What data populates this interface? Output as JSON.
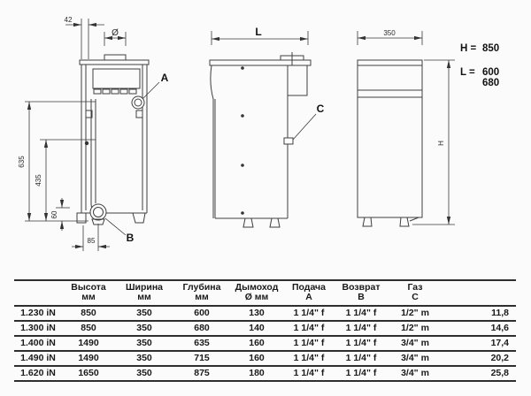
{
  "diagram": {
    "left": {
      "d42": "42",
      "dia": "Ø",
      "d635": "635",
      "d435": "435",
      "d60": "60",
      "d85": "85",
      "a": "A",
      "b": "B"
    },
    "front": {
      "l": "L",
      "c": "C"
    },
    "side": {
      "d350": "350",
      "h": "H"
    },
    "legend": {
      "h_label": "H =",
      "h_value": "850",
      "l_label": "L =",
      "l_value_top": "600",
      "l_value_bottom": "680"
    }
  },
  "table": {
    "headers": [
      {
        "line1": "",
        "line2": ""
      },
      {
        "line1": "Высота",
        "line2": "мм"
      },
      {
        "line1": "Ширина",
        "line2": "мм"
      },
      {
        "line1": "Глубина",
        "line2": "мм"
      },
      {
        "line1": "Дымоход",
        "line2": "Ø мм"
      },
      {
        "line1": "Подача",
        "line2": "A"
      },
      {
        "line1": "Возврат",
        "line2": "B"
      },
      {
        "line1": "Газ",
        "line2": "C"
      },
      {
        "line1": "",
        "line2": ""
      }
    ],
    "rows": [
      [
        "1.230 iN",
        "850",
        "350",
        "600",
        "130",
        "1 1/4\" f",
        "1 1/4\" f",
        "1/2\" m",
        "11,8"
      ],
      [
        "1.300 iN",
        "850",
        "350",
        "680",
        "140",
        "1 1/4\" f",
        "1 1/4\" f",
        "1/2\" m",
        "14,6"
      ],
      [
        "1.400 iN",
        "1490",
        "350",
        "635",
        "160",
        "1 1/4\" f",
        "1 1/4\" f",
        "3/4\" m",
        "17,4"
      ],
      [
        "1.490 iN",
        "1490",
        "350",
        "715",
        "160",
        "1 1/4\" f",
        "1 1/4\" f",
        "3/4\" m",
        "20,2"
      ],
      [
        "1.620 iN",
        "1650",
        "350",
        "875",
        "180",
        "1 1/4\" f",
        "1 1/4\" f",
        "3/4\" m",
        "25,8"
      ]
    ]
  },
  "colors": {
    "line": "#3f3f3f",
    "table_rule": "#2e2e2e",
    "text": "#1a1a1a",
    "background": "#fbfbfb"
  }
}
